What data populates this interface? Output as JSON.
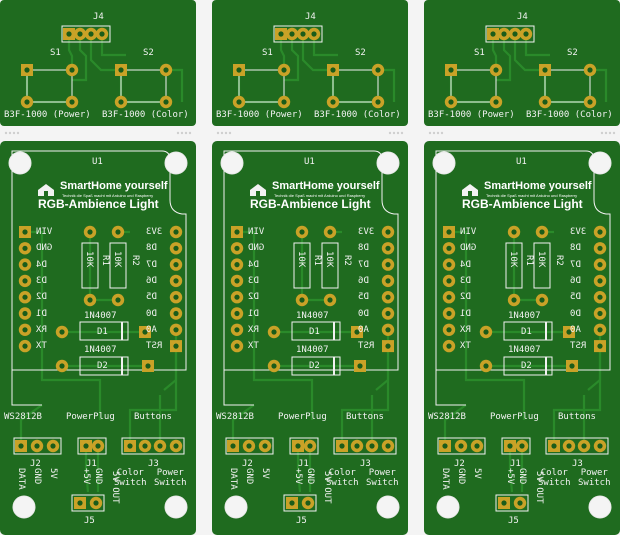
{
  "colors": {
    "board": "#1f6b1f",
    "board_dark": "#1a5c1a",
    "trace": "#2a8a2a",
    "pad": "#c9a227",
    "silk": "#f2f2f2",
    "substrate": "#f4f4f4"
  },
  "boards": [
    {
      "top": {
        "header_ref": "J4",
        "switch1_ref": "S1",
        "switch2_ref": "S2",
        "switch1_value": "B3F-1000 (Power)",
        "switch2_value": "B3F-1000 (Color)"
      },
      "main": {
        "module_ref": "U1",
        "brand": "SmartHome yourself",
        "tagline": "Technik die Spaß macht mit Arduino und Raspberry",
        "title": "RGB-Ambience Light",
        "left_pins": [
          "VIN",
          "GND",
          "D4",
          "D3",
          "D2",
          "D1",
          "RX",
          "TX"
        ],
        "right_pins": [
          "3V3",
          "D8",
          "D7",
          "D6",
          "D5",
          "D0",
          "A0",
          "RST"
        ],
        "r1_ref": "R1",
        "r1_value": "10K",
        "r2_ref": "R2",
        "r2_value": "10K",
        "d1_ref": "D1",
        "d1_value": "1N4007",
        "d2_ref": "D2",
        "d2_value": "1N4007",
        "sec_ws": "WS2812B",
        "sec_power": "PowerPlug",
        "sec_buttons": "Buttons",
        "j2_ref": "J2",
        "j1_ref": "J1",
        "j3_ref": "J3",
        "j5_ref": "J5",
        "j2_pins": [
          "DATA",
          "GND",
          "5V"
        ],
        "j1_pins": [
          "+5V",
          "GND"
        ],
        "j5_pins": [
          "5V OUT"
        ],
        "j3_color": "Color\nSwitch",
        "j3_power": "Power\nSwitch"
      }
    },
    {
      "top": {
        "header_ref": "J4",
        "switch1_ref": "S1",
        "switch2_ref": "S2",
        "switch1_value": "B3F-1000 (Power)",
        "switch2_value": "B3F-1000 (Color)"
      },
      "main": {
        "module_ref": "U1",
        "brand": "SmartHome yourself",
        "tagline": "Technik die Spaß macht mit Arduino und Raspberry",
        "title": "RGB-Ambience Light",
        "left_pins": [
          "VIN",
          "GND",
          "D4",
          "D3",
          "D2",
          "D1",
          "RX",
          "TX"
        ],
        "right_pins": [
          "3V3",
          "D8",
          "D7",
          "D6",
          "D5",
          "D0",
          "A0",
          "RST"
        ],
        "r1_ref": "R1",
        "r1_value": "10K",
        "r2_ref": "R2",
        "r2_value": "10K",
        "d1_ref": "D1",
        "d1_value": "1N4007",
        "d2_ref": "D2",
        "d2_value": "1N4007",
        "sec_ws": "WS2812B",
        "sec_power": "PowerPlug",
        "sec_buttons": "Buttons",
        "j2_ref": "J2",
        "j1_ref": "J1",
        "j3_ref": "J3",
        "j5_ref": "J5",
        "j2_pins": [
          "DATA",
          "GND",
          "5V"
        ],
        "j1_pins": [
          "+5V",
          "GND"
        ],
        "j5_pins": [
          "5V OUT"
        ],
        "j3_color": "Color\nSwitch",
        "j3_power": "Power\nSwitch"
      }
    },
    {
      "top": {
        "header_ref": "J4",
        "switch1_ref": "S1",
        "switch2_ref": "S2",
        "switch1_value": "B3F-1000 (Power)",
        "switch2_value": "B3F-1000 (Color)"
      },
      "main": {
        "module_ref": "U1",
        "brand": "SmartHome yourself",
        "tagline": "Technik die Spaß macht mit Arduino und Raspberry",
        "title": "RGB-Ambience Light",
        "left_pins": [
          "VIN",
          "GND",
          "D4",
          "D3",
          "D2",
          "D1",
          "RX",
          "TX"
        ],
        "right_pins": [
          "3V3",
          "D8",
          "D7",
          "D6",
          "D5",
          "D0",
          "A0",
          "RST"
        ],
        "r1_ref": "R1",
        "r1_value": "10K",
        "r2_ref": "R2",
        "r2_value": "10K",
        "d1_ref": "D1",
        "d1_value": "1N4007",
        "d2_ref": "D2",
        "d2_value": "1N4007",
        "sec_ws": "WS2812B",
        "sec_power": "PowerPlug",
        "sec_buttons": "Buttons",
        "j2_ref": "J2",
        "j1_ref": "J1",
        "j3_ref": "J3",
        "j5_ref": "J5",
        "j2_pins": [
          "DATA",
          "GND",
          "5V"
        ],
        "j1_pins": [
          "+5V",
          "GND"
        ],
        "j5_pins": [
          "5V OUT"
        ],
        "j3_color": "Color\nSwitch",
        "j3_power": "Power\nSwitch"
      }
    }
  ]
}
